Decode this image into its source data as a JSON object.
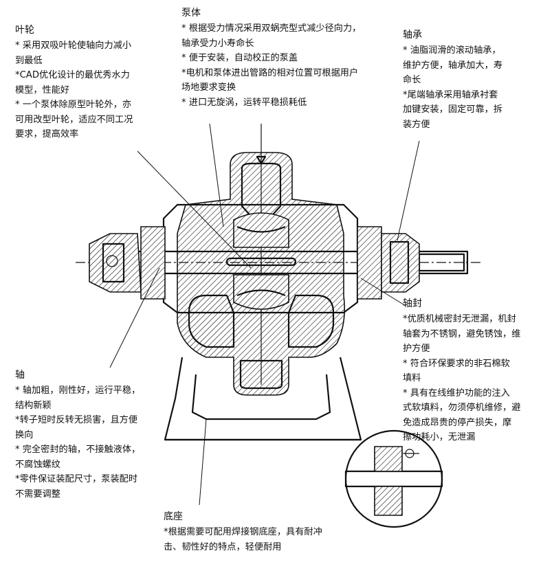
{
  "impeller": {
    "title": "叶轮",
    "lines": [
      "* 采用双吸叶轮使轴向力减小",
      "到最低",
      "*CAD优化设计的最优秀水力",
      "模型，性能好",
      "* 一个泵体除原型叶轮外，亦",
      "可用改型叶轮，适应不同工况",
      "要求，提高效率"
    ]
  },
  "casing": {
    "title": "泵体",
    "lines": [
      "* 根据受力情况采用双蜗壳型式减少径向力，",
      "轴承受力小寿命长",
      "* 便于安装，自动校正的泵盖",
      "*电机和泵体进出管路的相对位置可根据用户",
      "场地要求变换",
      "* 进口无旋涡，运转平稳损耗低"
    ]
  },
  "bearing": {
    "title": "轴承",
    "lines": [
      "* 油脂润滑的滚动轴承，",
      "维护方便，轴承加大，寿",
      "命长",
      "*尾端轴承采用轴承衬套",
      "加键安装，固定可靠，拆",
      "装方便"
    ]
  },
  "seal": {
    "title": "轴封",
    "lines": [
      "*优质机械密封无泄漏，机封",
      "轴套为不锈钢，避免锈蚀，维",
      "护方便",
      "* 符合环保要求的非石棉软",
      "填料",
      "* 具有在线维护功能的注入",
      "式软填料，勿须停机维修，避",
      "免造成昂贵的停产损失，摩",
      "擦功耗小，无泄漏"
    ]
  },
  "shaft": {
    "title": "轴",
    "lines": [
      "* 轴加粗，刚性好，运行平稳，",
      "结构新颖",
      "*转子短时反转无损害，且方便",
      "换向",
      "* 完全密封的轴，不接触液体，",
      "不腐蚀螺纹",
      "*零件保证装配尺寸，泵装配时",
      "不需要调整"
    ]
  },
  "base": {
    "title": "底座",
    "lines": [
      "*根据需要可配用焊接钢底座，具有耐冲",
      "击、韧性好的特点，轻便耐用"
    ]
  }
}
